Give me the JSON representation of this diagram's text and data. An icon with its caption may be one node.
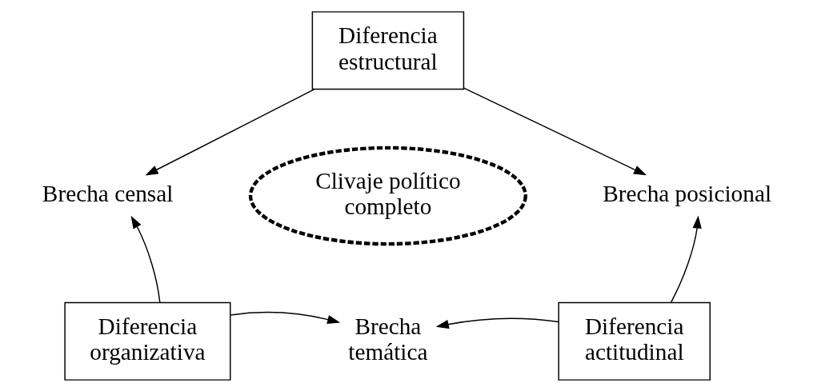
{
  "diagram": {
    "nodes": [
      {
        "text": [
          "Diferencia estructural"
        ]
      },
      {
        "text": [
          "Brecha censal"
        ]
      },
      {
        "text": [
          "Brecha posicional"
        ]
      },
      {
        "text": [
          "Clivaje político completo"
        ]
      },
      {
        "text": [
          "Diferencia organizativa"
        ]
      },
      {
        "text": [
          "Brecha temática"
        ]
      },
      {
        "text": [
          "Diferencia actitudinal"
        ]
      }
    ],
    "edges": [
      {
        "from": 0,
        "to": 1,
        "arrow": "to"
      },
      {
        "from": 0,
        "to": 2,
        "arrow": "to"
      },
      {
        "from": 4,
        "to": 1,
        "arrow": "to"
      },
      {
        "from": 6,
        "to": 2,
        "arrow": "to"
      },
      {
        "from": 4,
        "to": 5,
        "arrow": "to"
      },
      {
        "from": 6,
        "to": 5,
        "arrow": "to"
      }
    ]
  }
}
